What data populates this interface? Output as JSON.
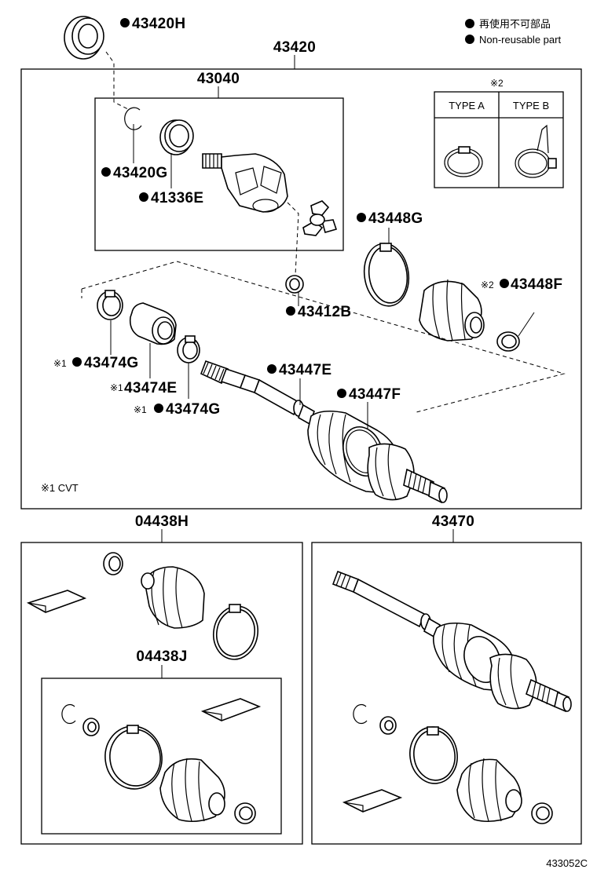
{
  "legend": {
    "line1": "再使用不可部品",
    "line2": "Non-reusable part"
  },
  "type_table": {
    "ref": "※2",
    "type_a": "TYPE A",
    "type_b": "TYPE B"
  },
  "notes": {
    "cvt": "※1 CVT"
  },
  "figure_id": "433052C",
  "callouts": {
    "p43420": "43420",
    "p43040": "43040",
    "p43420H": "43420H",
    "p43420G": "43420G",
    "p41336E": "41336E",
    "p43448G": "43448G",
    "p43448F": "43448F",
    "p43448F_ref": "※2",
    "p43412B": "43412B",
    "p43474G_a": "43474G",
    "p43474G_a_ref": "※1",
    "p43474E": "43474E",
    "p43474E_ref": "※1",
    "p43474G_b": "43474G",
    "p43474G_b_ref": "※1",
    "p43447E": "43447E",
    "p43447F": "43447F",
    "p04438H": "04438H",
    "p04438J": "04438J",
    "p43470": "43470"
  }
}
